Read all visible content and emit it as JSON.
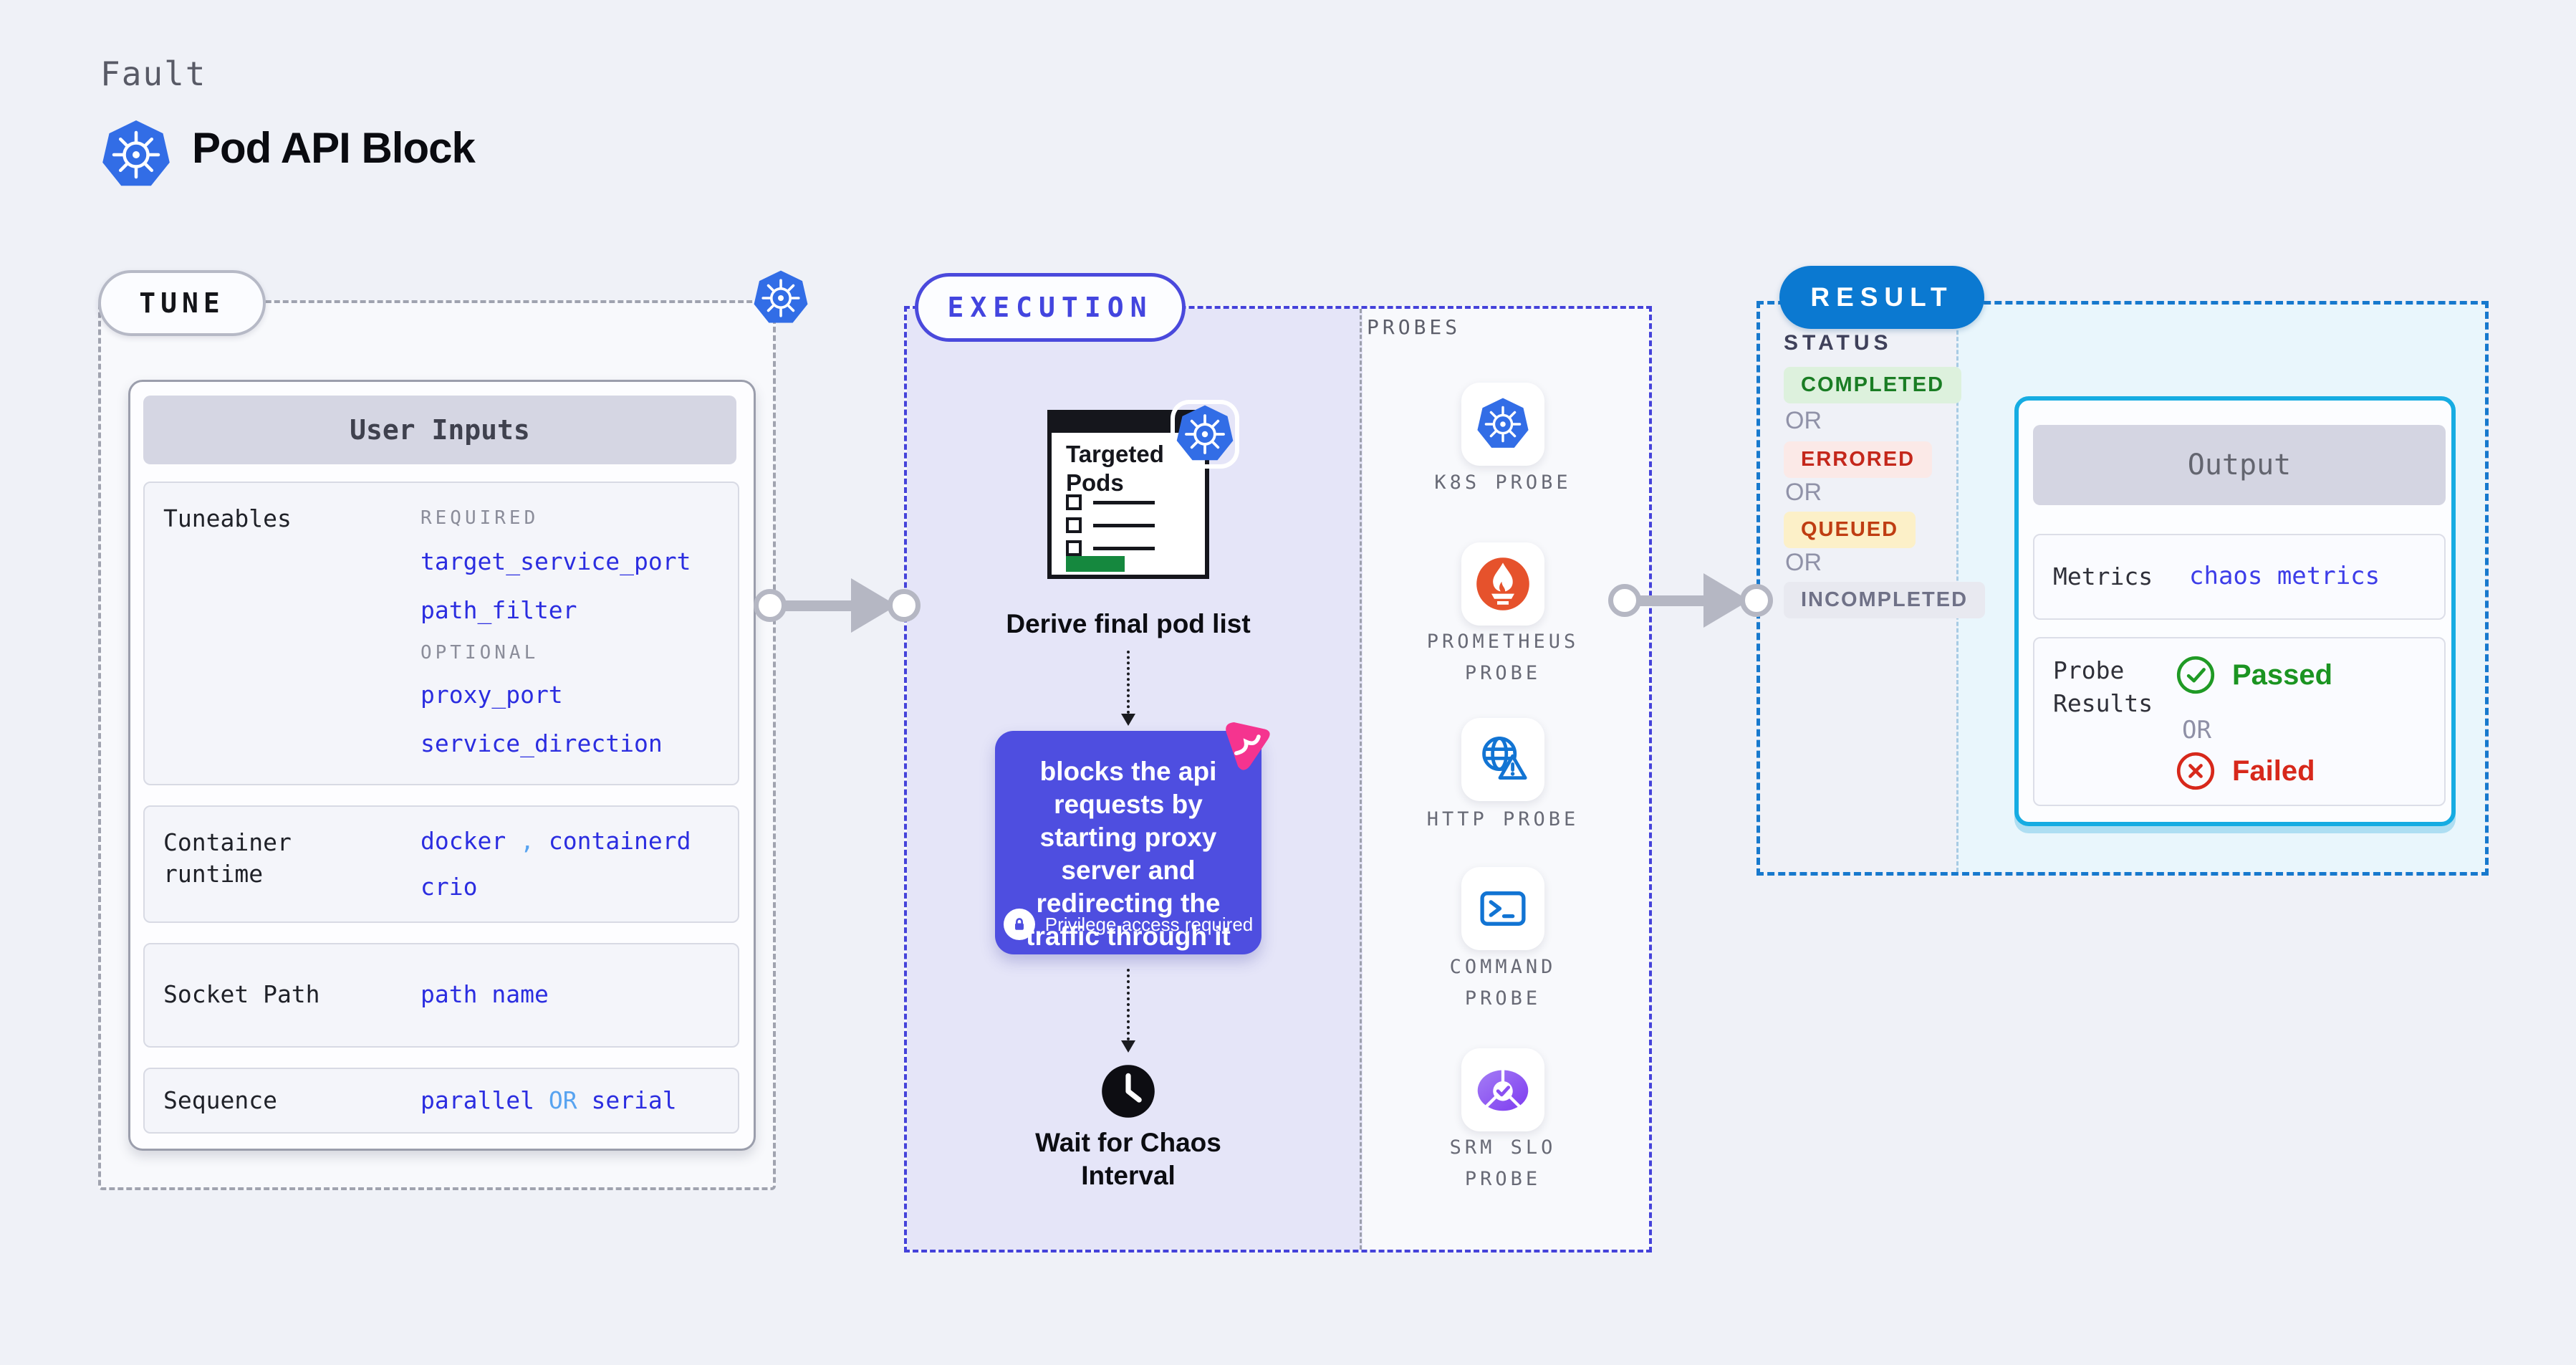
{
  "header": {
    "eyebrow": "Fault",
    "title": "Pod API Block"
  },
  "tune": {
    "pill": "TUNE",
    "card_title": "User Inputs",
    "tuneables": {
      "label": "Tuneables",
      "required_heading": "REQUIRED",
      "required": [
        "target_service_port",
        "path_filter"
      ],
      "optional_heading": "OPTIONAL",
      "optional": [
        "proxy_port",
        "service_direction"
      ]
    },
    "container_runtime": {
      "label": "Container runtime",
      "value_a": "docker",
      "comma": ",",
      "value_b": "containerd",
      "value_c": "crio"
    },
    "socket_path": {
      "label": "Socket Path",
      "value": "path name"
    },
    "sequence": {
      "label": "Sequence",
      "value_a": "parallel",
      "or": "OR",
      "value_b": "serial"
    }
  },
  "execution": {
    "pill": "EXECUTION",
    "doc_title": "Targeted Pods",
    "step_derive": "Derive final pod list",
    "action_text": "blocks the api requests by starting proxy server and redirecting the traffic through it",
    "privilege_note": "Privilege access required",
    "step_wait": "Wait for Chaos Interval"
  },
  "probes": {
    "heading": "PROBES",
    "items": [
      {
        "label": "K8S PROBE",
        "icon": "kubernetes-icon"
      },
      {
        "label": "PROMETHEUS PROBE",
        "icon": "prometheus-icon"
      },
      {
        "label": "HTTP PROBE",
        "icon": "http-globe-icon"
      },
      {
        "label": "COMMAND PROBE",
        "icon": "terminal-icon"
      },
      {
        "label": "SRM SLO PROBE",
        "icon": "slo-donut-icon"
      }
    ]
  },
  "result": {
    "pill": "RESULT",
    "status_heading": "STATUS",
    "or": "OR",
    "statuses": [
      {
        "label": "COMPLETED",
        "fg": "#1a7d24",
        "bg": "#ddf1dd"
      },
      {
        "label": "ERRORED",
        "fg": "#c4271b",
        "bg": "#fbe9e7"
      },
      {
        "label": "QUEUED",
        "fg": "#bf3d12",
        "bg": "#fcf0c8"
      },
      {
        "label": "INCOMPLETED",
        "fg": "#6f7187",
        "bg": "#e8e9f0"
      }
    ],
    "output": {
      "title": "Output",
      "metrics_label": "Metrics",
      "metrics_value": "chaos metrics",
      "probe_results_label": "Probe Results",
      "passed": "Passed",
      "or": "OR",
      "failed": "Failed"
    }
  },
  "colors": {
    "accent_indigo": "#4442da",
    "accent_blue": "#0b79d1",
    "code_blue": "#2b2de0",
    "passed_green": "#1b9421",
    "failed_red": "#d7281b",
    "kubernetes_blue": "#326de6",
    "prometheus_orange": "#e6522c",
    "chaos_pink": "#f5348f"
  }
}
